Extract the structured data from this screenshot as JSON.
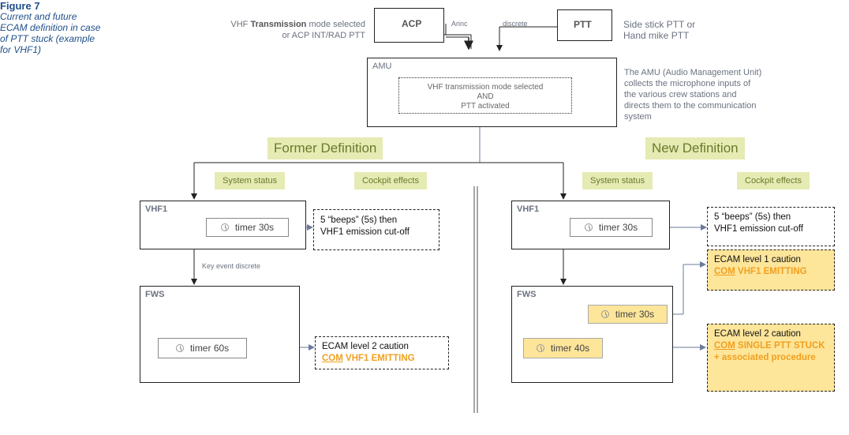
{
  "figure": {
    "title": "Figure 7",
    "caption": "Current and future ECAM definition in case of PTT stuck (example for VHF1)"
  },
  "top": {
    "acp_label": "ACP",
    "ptt_label": "PTT",
    "acp_desc_prefix": "VHF ",
    "acp_desc_bold": "Transmission",
    "acp_desc_suffix": " mode selected",
    "acp_desc_line2": "or ACP INT/RAD PTT",
    "ptt_desc_line1": "Side stick PTT or",
    "ptt_desc_line2": "Hand mike PTT",
    "arinc_label": "Arinc",
    "discrete_label": "discrete"
  },
  "amu": {
    "label": "AMU",
    "condition_line1": "VHF transmission mode selected",
    "condition_line2": "AND",
    "condition_line3": "PTT activated",
    "desc": "The AMU (Audio Management Unit) collects the microphone inputs of the various crew stations and directs them to the communication system"
  },
  "former": {
    "title": "Former Definition",
    "system_status": "System status",
    "cockpit_effects": "Cockpit effects",
    "vhf1_label": "VHF1",
    "vhf1_timer": "timer  30s",
    "vhf1_effect_line1": "5 “beeps” (5s) then",
    "vhf1_effect_line2": "VHF1 emission cut-off",
    "key_event": "Key event discrete",
    "fws_label": "FWS",
    "fws_timer": "timer  60s",
    "fws_effect_line1": "ECAM level 2 caution",
    "fws_effect_com": "COM",
    "fws_effect_rest": " VHF1 EMITTING"
  },
  "new": {
    "title": "New Definition",
    "system_status": "System status",
    "cockpit_effects": "Cockpit effects",
    "vhf1_label": "VHF1",
    "vhf1_timer": "timer  30s",
    "vhf1_effect_line1": "5 “beeps” (5s) then",
    "vhf1_effect_line2": "VHF1 emission cut-off",
    "caution1_line1": "ECAM level 1 caution",
    "caution1_com": "COM",
    "caution1_rest": " VHF1 EMITTING",
    "fws_label": "FWS",
    "fws_timer1": "timer  30s",
    "fws_timer2": "timer  40s",
    "caution2_line1": "ECAM level 2 caution",
    "caution2_com": "COM",
    "caution2_rest": " SINGLE PTT STUCK",
    "caution2_line3": "+ associated procedure"
  },
  "colors": {
    "accent_orange": "#f0a020",
    "highlight_yellow": "#fde59a",
    "definition_green": "#e5ebb3"
  }
}
